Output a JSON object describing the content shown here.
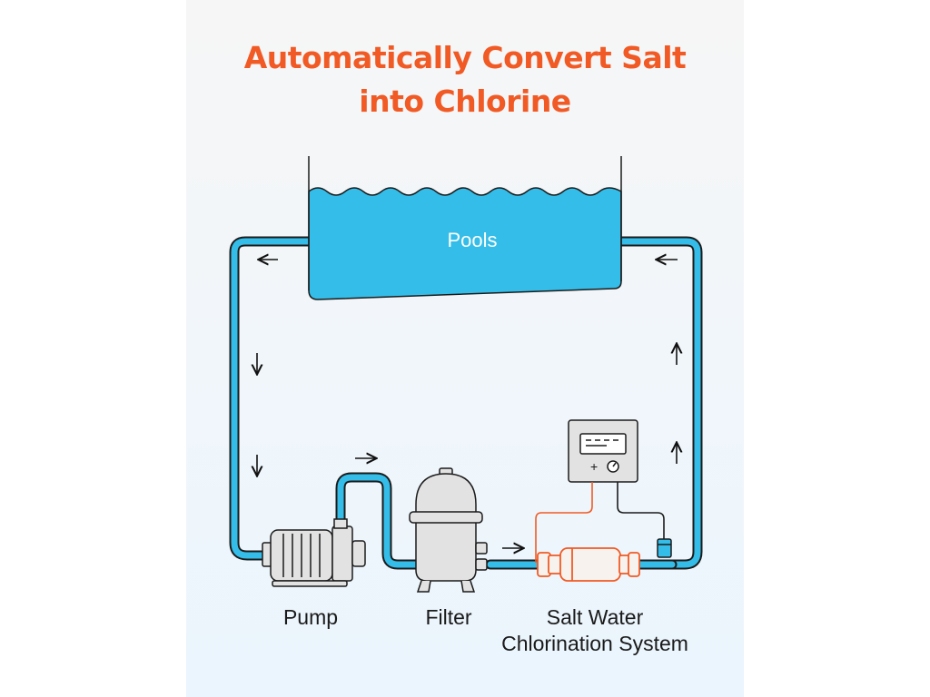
{
  "title": {
    "line1": "Automatically Convert Salt",
    "line2": "into Chlorine"
  },
  "labels": {
    "pool": "Pools",
    "pump": "Pump",
    "filter": "Filter",
    "swcg_line1": "Salt Water",
    "swcg_line2": "Chlorination System"
  },
  "colors": {
    "title": "#f15a24",
    "water": "#34bde8",
    "pipe_outline": "#1b1b1b",
    "chlorinator": "#f15a24",
    "equipment": "#e2e2e2"
  }
}
